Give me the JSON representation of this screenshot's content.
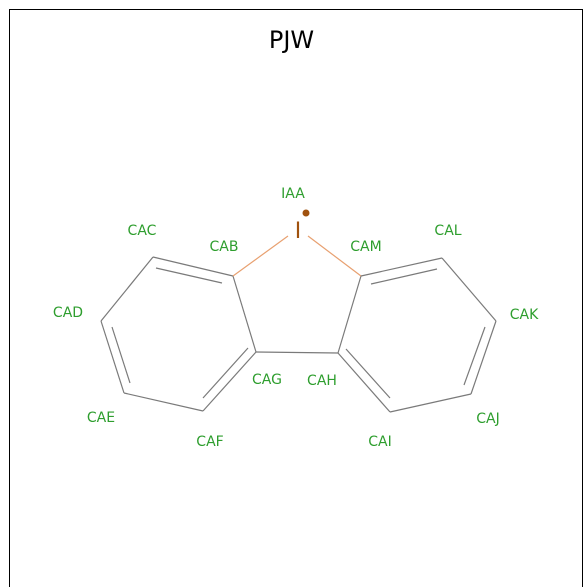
{
  "molecule": {
    "title": "PJW",
    "colors": {
      "bond": "#7a7a7a",
      "iodine_bond": "#e8a070",
      "label": "#2e9e2e",
      "iodine": "#a0520e",
      "border": "#000000",
      "background": "#ffffff"
    },
    "iodine_symbol": "I",
    "atoms": [
      {
        "name": "IAA"
      },
      {
        "name": "CAB"
      },
      {
        "name": "CAC"
      },
      {
        "name": "CAD"
      },
      {
        "name": "CAE"
      },
      {
        "name": "CAF"
      },
      {
        "name": "CAG"
      },
      {
        "name": "CAH"
      },
      {
        "name": "CAI"
      },
      {
        "name": "CAJ"
      },
      {
        "name": "CAK"
      },
      {
        "name": "CAL"
      },
      {
        "name": "CAM"
      }
    ]
  }
}
